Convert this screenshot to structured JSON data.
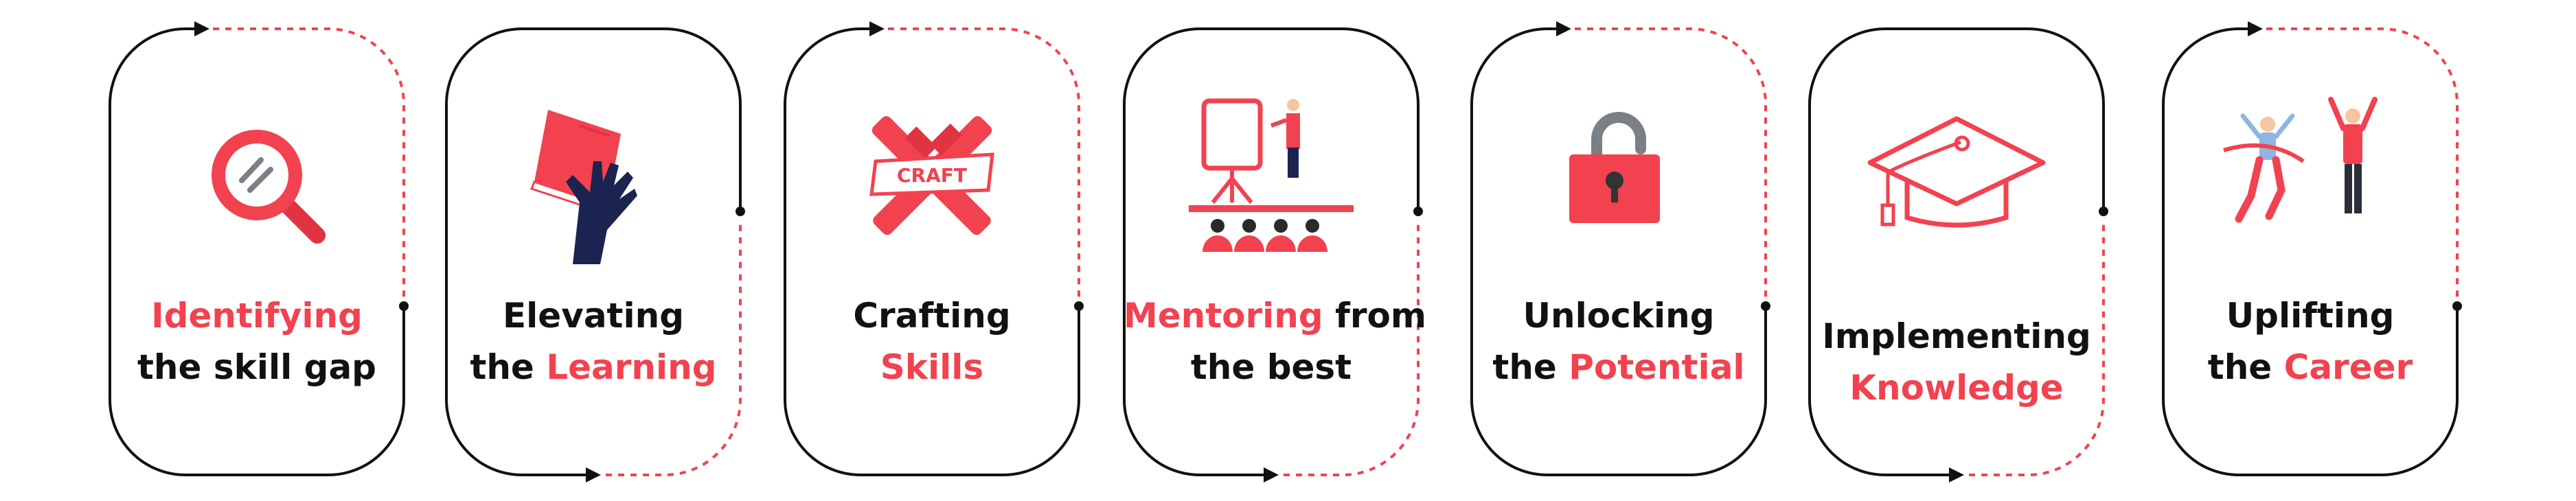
{
  "colors": {
    "accent": "#f2424f",
    "accent_dark": "#e03442",
    "navy": "#1b2350",
    "text": "#111111",
    "line": "#111111",
    "gray": "#7b7f86",
    "skin": "#f5c6a0"
  },
  "steps": [
    {
      "id": "identify",
      "icon": "magnifier-icon",
      "l1": [
        "Identifying",
        ""
      ],
      "l2": [
        "the skill gap",
        ""
      ]
    },
    {
      "id": "elevate",
      "icon": "book-hand-icon",
      "l1": [
        "Elevating",
        ""
      ],
      "l2": [
        "the ",
        "Learning"
      ]
    },
    {
      "id": "craft",
      "icon": "craft-tools-icon",
      "l1": [
        "Crafting",
        ""
      ],
      "l2": [
        "",
        "Skills"
      ],
      "icon_label": "CRAFT"
    },
    {
      "id": "mentor",
      "icon": "presentation-icon",
      "l1": [
        "Mentoring",
        " from"
      ],
      "l2": [
        "the best",
        ""
      ]
    },
    {
      "id": "unlock",
      "icon": "open-padlock-icon",
      "l1": [
        "Unlocking",
        ""
      ],
      "l2": [
        "the ",
        "Potential"
      ]
    },
    {
      "id": "implement",
      "icon": "graduation-cap-icon",
      "l1": [
        "Implementing",
        ""
      ],
      "l2": [
        "",
        "Knowledge"
      ]
    },
    {
      "id": "uplift",
      "icon": "celebrating-people-icon",
      "l1": [
        "Uplifting",
        ""
      ],
      "l2": [
        "the ",
        "Career"
      ]
    }
  ]
}
